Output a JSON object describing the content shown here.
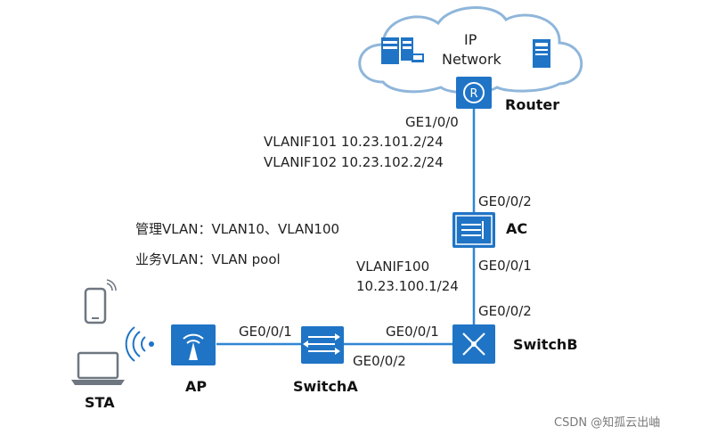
{
  "cloud": {
    "line1": "IP",
    "line2": "Network"
  },
  "devices": {
    "router": "Router",
    "ac": "AC",
    "switch_b": "SwitchB",
    "switch_a": "SwitchA",
    "ap": "AP",
    "sta": "STA"
  },
  "ports": {
    "router_ge": "GE1/0/0",
    "ac_top": "GE0/0/2",
    "ac_bottom": "GE0/0/1",
    "switchb_top": "GE0/0/2",
    "switchb_left": "GE0/0/1",
    "switcha_right": "GE0/0/2",
    "switcha_left": "GE0/0/1"
  },
  "interfaces": {
    "vlanif101": "VLANIF101  10.23.101.2/24",
    "vlanif102": "VLANIF102  10.23.102.2/24",
    "vlanif100_name": "VLANIF100",
    "vlanif100_ip": "10.23.100.1/24"
  },
  "notes": {
    "mgmt_vlan": "管理VLAN：VLAN10、VLAN100",
    "service_vlan": "业务VLAN：VLAN pool"
  },
  "watermark": "CSDN @知孤云出岫",
  "colors": {
    "device_blue": "#1f74c6",
    "link_blue": "#2f86d4",
    "cloud_edge": "#8fb6da",
    "icon_gray": "#6e7780"
  }
}
